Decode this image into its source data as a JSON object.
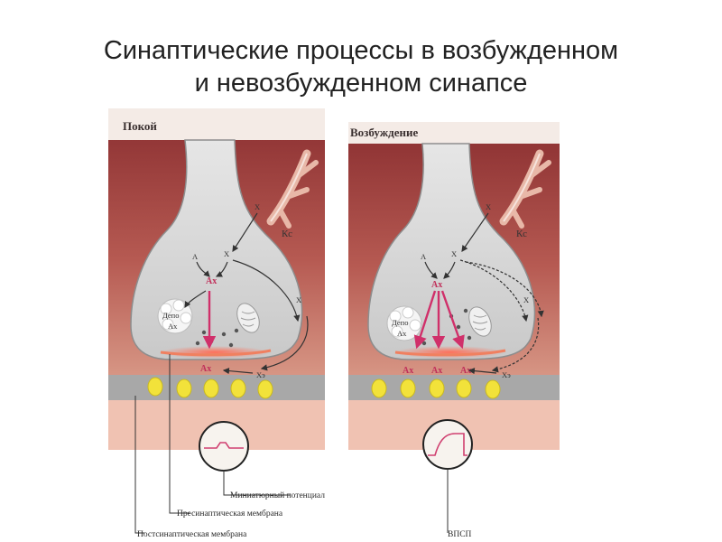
{
  "title": {
    "line1": "Синаптические процессы в возбужденном",
    "line2": "и невозбужденном синапсе"
  },
  "panels": {
    "rest": {
      "label": "Покой",
      "ks": "Кс",
      "depot": "Депо",
      "depot_sub": "Ах",
      "a": "А",
      "x": "Х",
      "ax": "Ах",
      "ax_bottom": "Ах",
      "xe": "Хэ"
    },
    "excited": {
      "label": "Возбуждение",
      "ks": "Кс",
      "depot": "Депо",
      "depot_sub": "Ах",
      "a": "А",
      "x": "Х",
      "ax": "Ах",
      "ax_bottom": [
        "Ах",
        "Ах",
        "Ах"
      ],
      "xe": "Хэ"
    }
  },
  "annotations": {
    "miniature_potential": "Миниатюрный потенциал",
    "presynaptic_membrane": "Пресинаптическая мембрана",
    "postsynaptic_membrane": "Постсинаптическая мембрана",
    "epsp": "ВПСП"
  },
  "colors": {
    "tissue_dark": "#9c3c3c",
    "tissue_light": "#f0c8b8",
    "terminal": "#dcdcdc",
    "receptor": "#f2e23a",
    "ax_label": "#c0305a",
    "membrane_glow": "#f07060"
  }
}
